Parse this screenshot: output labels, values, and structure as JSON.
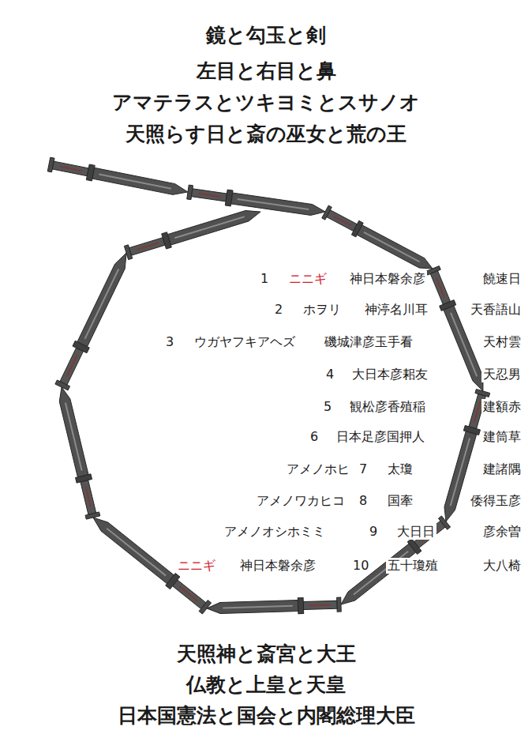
{
  "diagram": {
    "labels": [
      "鏡と勾玉と剣",
      "左目と右目と鼻",
      "アマテラスとツキヨミとスサノオ",
      "天照らす日と斎の巫女と荒の王",
      "1",
      "ニニギ",
      "神日本磐余彦",
      "饒速日",
      "2",
      "ホヲリ",
      "神渟名川耳",
      "天香語山",
      "3",
      "ウガヤフキアヘズ",
      "磯城津彦玉手看",
      "天村雲",
      "4",
      "大日本彦耜友",
      "天忍男",
      "5",
      "観松彦香殖稲",
      "建額赤",
      "6",
      "日本足彦国押人",
      "建筒草",
      "アメノホヒ",
      "7",
      "太瓊",
      "建諸隅",
      "アメノワカヒコ",
      "8",
      "国牽",
      "倭得玉彦",
      "アメノオシホミミ",
      "9",
      "大日日",
      "彦余曽",
      "ニニギ",
      "神日本磐余彦",
      "10",
      "五十瓊殖",
      "大八椅",
      "天照神と斎宮と大王",
      "仏教と上皇と天皇",
      "日本国憲法と国会と内閣総理大臣"
    ]
  }
}
